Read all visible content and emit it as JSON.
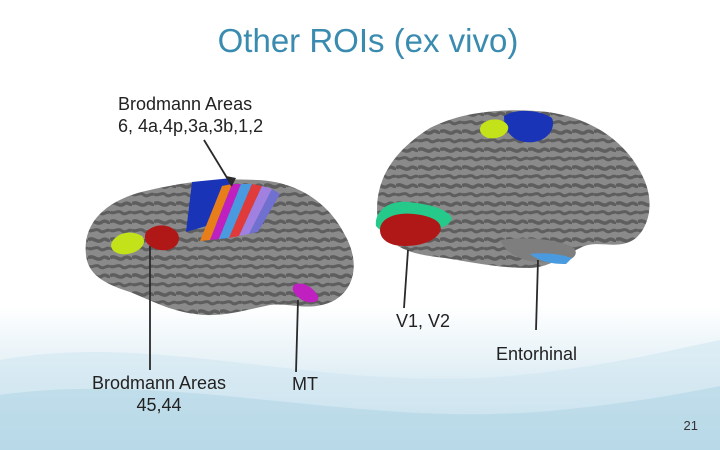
{
  "slide": {
    "title": "Other ROIs (ex vivo)",
    "page_number": "21"
  },
  "labels": {
    "brodmann_motor_line1": "Brodmann Areas",
    "brodmann_motor_line2": "6, 4a,4p,3a,3b,1,2",
    "brodmann_broca_line1": "Brodmann Areas",
    "brodmann_broca_line2": "45,44",
    "mt": "MT",
    "v1v2": "V1, V2",
    "entorhinal": "Entorhinal"
  },
  "colors": {
    "title": "#3a8bb0",
    "brain_gray_light": "#8a8a8a",
    "brain_gray_dark": "#5e5e5e",
    "roi_blue": "#1a34b8",
    "roi_red": "#b01818",
    "roi_yellow_green": "#c4e21a",
    "roi_green": "#25c98a",
    "roi_magenta": "#c020c0",
    "roi_light_blue": "#4a9ae0"
  }
}
